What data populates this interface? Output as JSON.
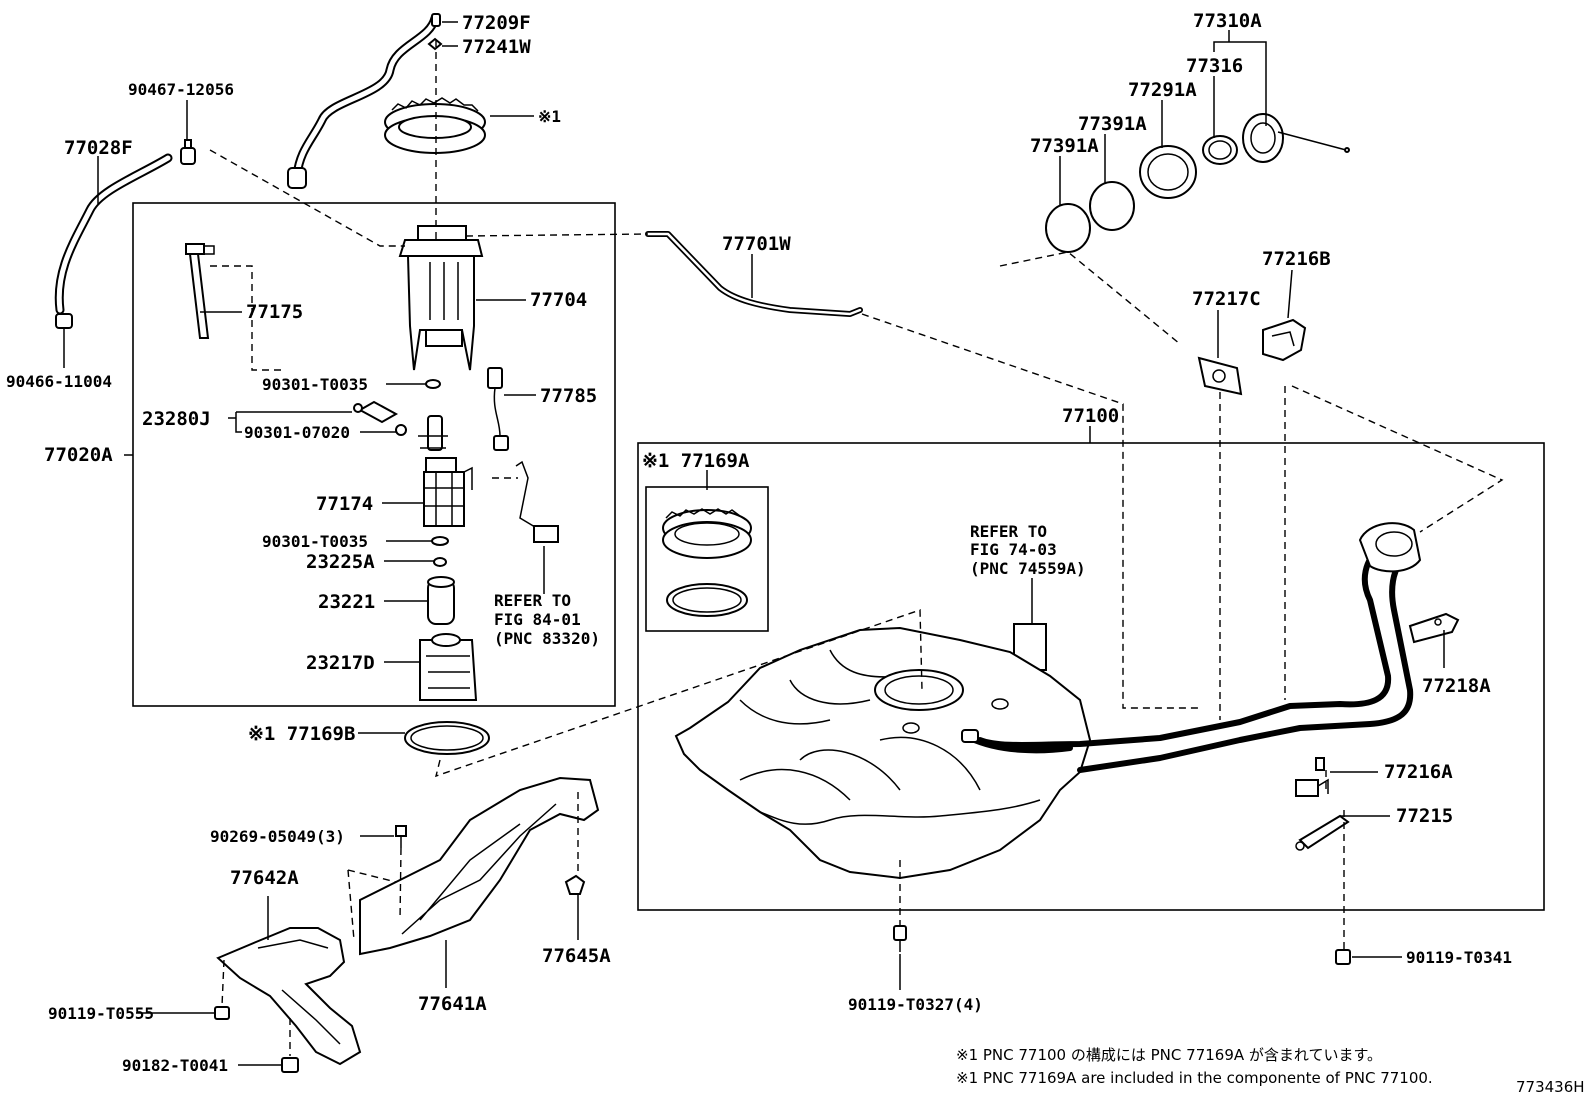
{
  "labels": {
    "p77209F": "77209F",
    "p77241W": "77241W",
    "p90467": "90467-12056",
    "p77028F": "77028F",
    "p90466": "90466-11004",
    "star1_top": "※1",
    "p77175": "77175",
    "p77704": "77704",
    "p90301_T0035_a": "90301-T0035",
    "p77785": "77785",
    "p23280J": "23280J",
    "p90301_07020": "90301-07020",
    "p77020A": "77020A",
    "p77174": "77174",
    "p90301_T0035_b": "90301-T0035",
    "p23225A": "23225A",
    "p23221": "23221",
    "p23217D": "23217D",
    "refer84_l1": "REFER TO",
    "refer84_l2": "FIG 84-01",
    "refer84_l3": "(PNC 83320)",
    "p77169B": "※1 77169B",
    "p77701W": "77701W",
    "p77310A": "77310A",
    "p77316": "77316",
    "p77291A": "77291A",
    "p77391A_a": "77391A",
    "p77391A_b": "77391A",
    "p77216B": "77216B",
    "p77217C": "77217C",
    "p77100": "77100",
    "p77169A": "※1 77169A",
    "refer74_l1": "REFER TO",
    "refer74_l2": "FIG 74-03",
    "refer74_l3": "(PNC 74559A)",
    "p77218A": "77218A",
    "p77216A": "77216A",
    "p77215": "77215",
    "p90269": "90269-05049(3)",
    "p77642A": "77642A",
    "p77645A": "77645A",
    "p77641A": "77641A",
    "p90119_T0555": "90119-T0555",
    "p90182": "90182-T0041",
    "p90119_T0327": "90119-T0327(4)",
    "p90119_T0341": "90119-T0341"
  },
  "notes": {
    "note_jp": "※1 PNC 77100 の構成には PNC 77169A が含まれています。",
    "note_en": "※1 PNC 77169A are included in the componente of PNC 77100.",
    "figure_id": "773436H"
  }
}
